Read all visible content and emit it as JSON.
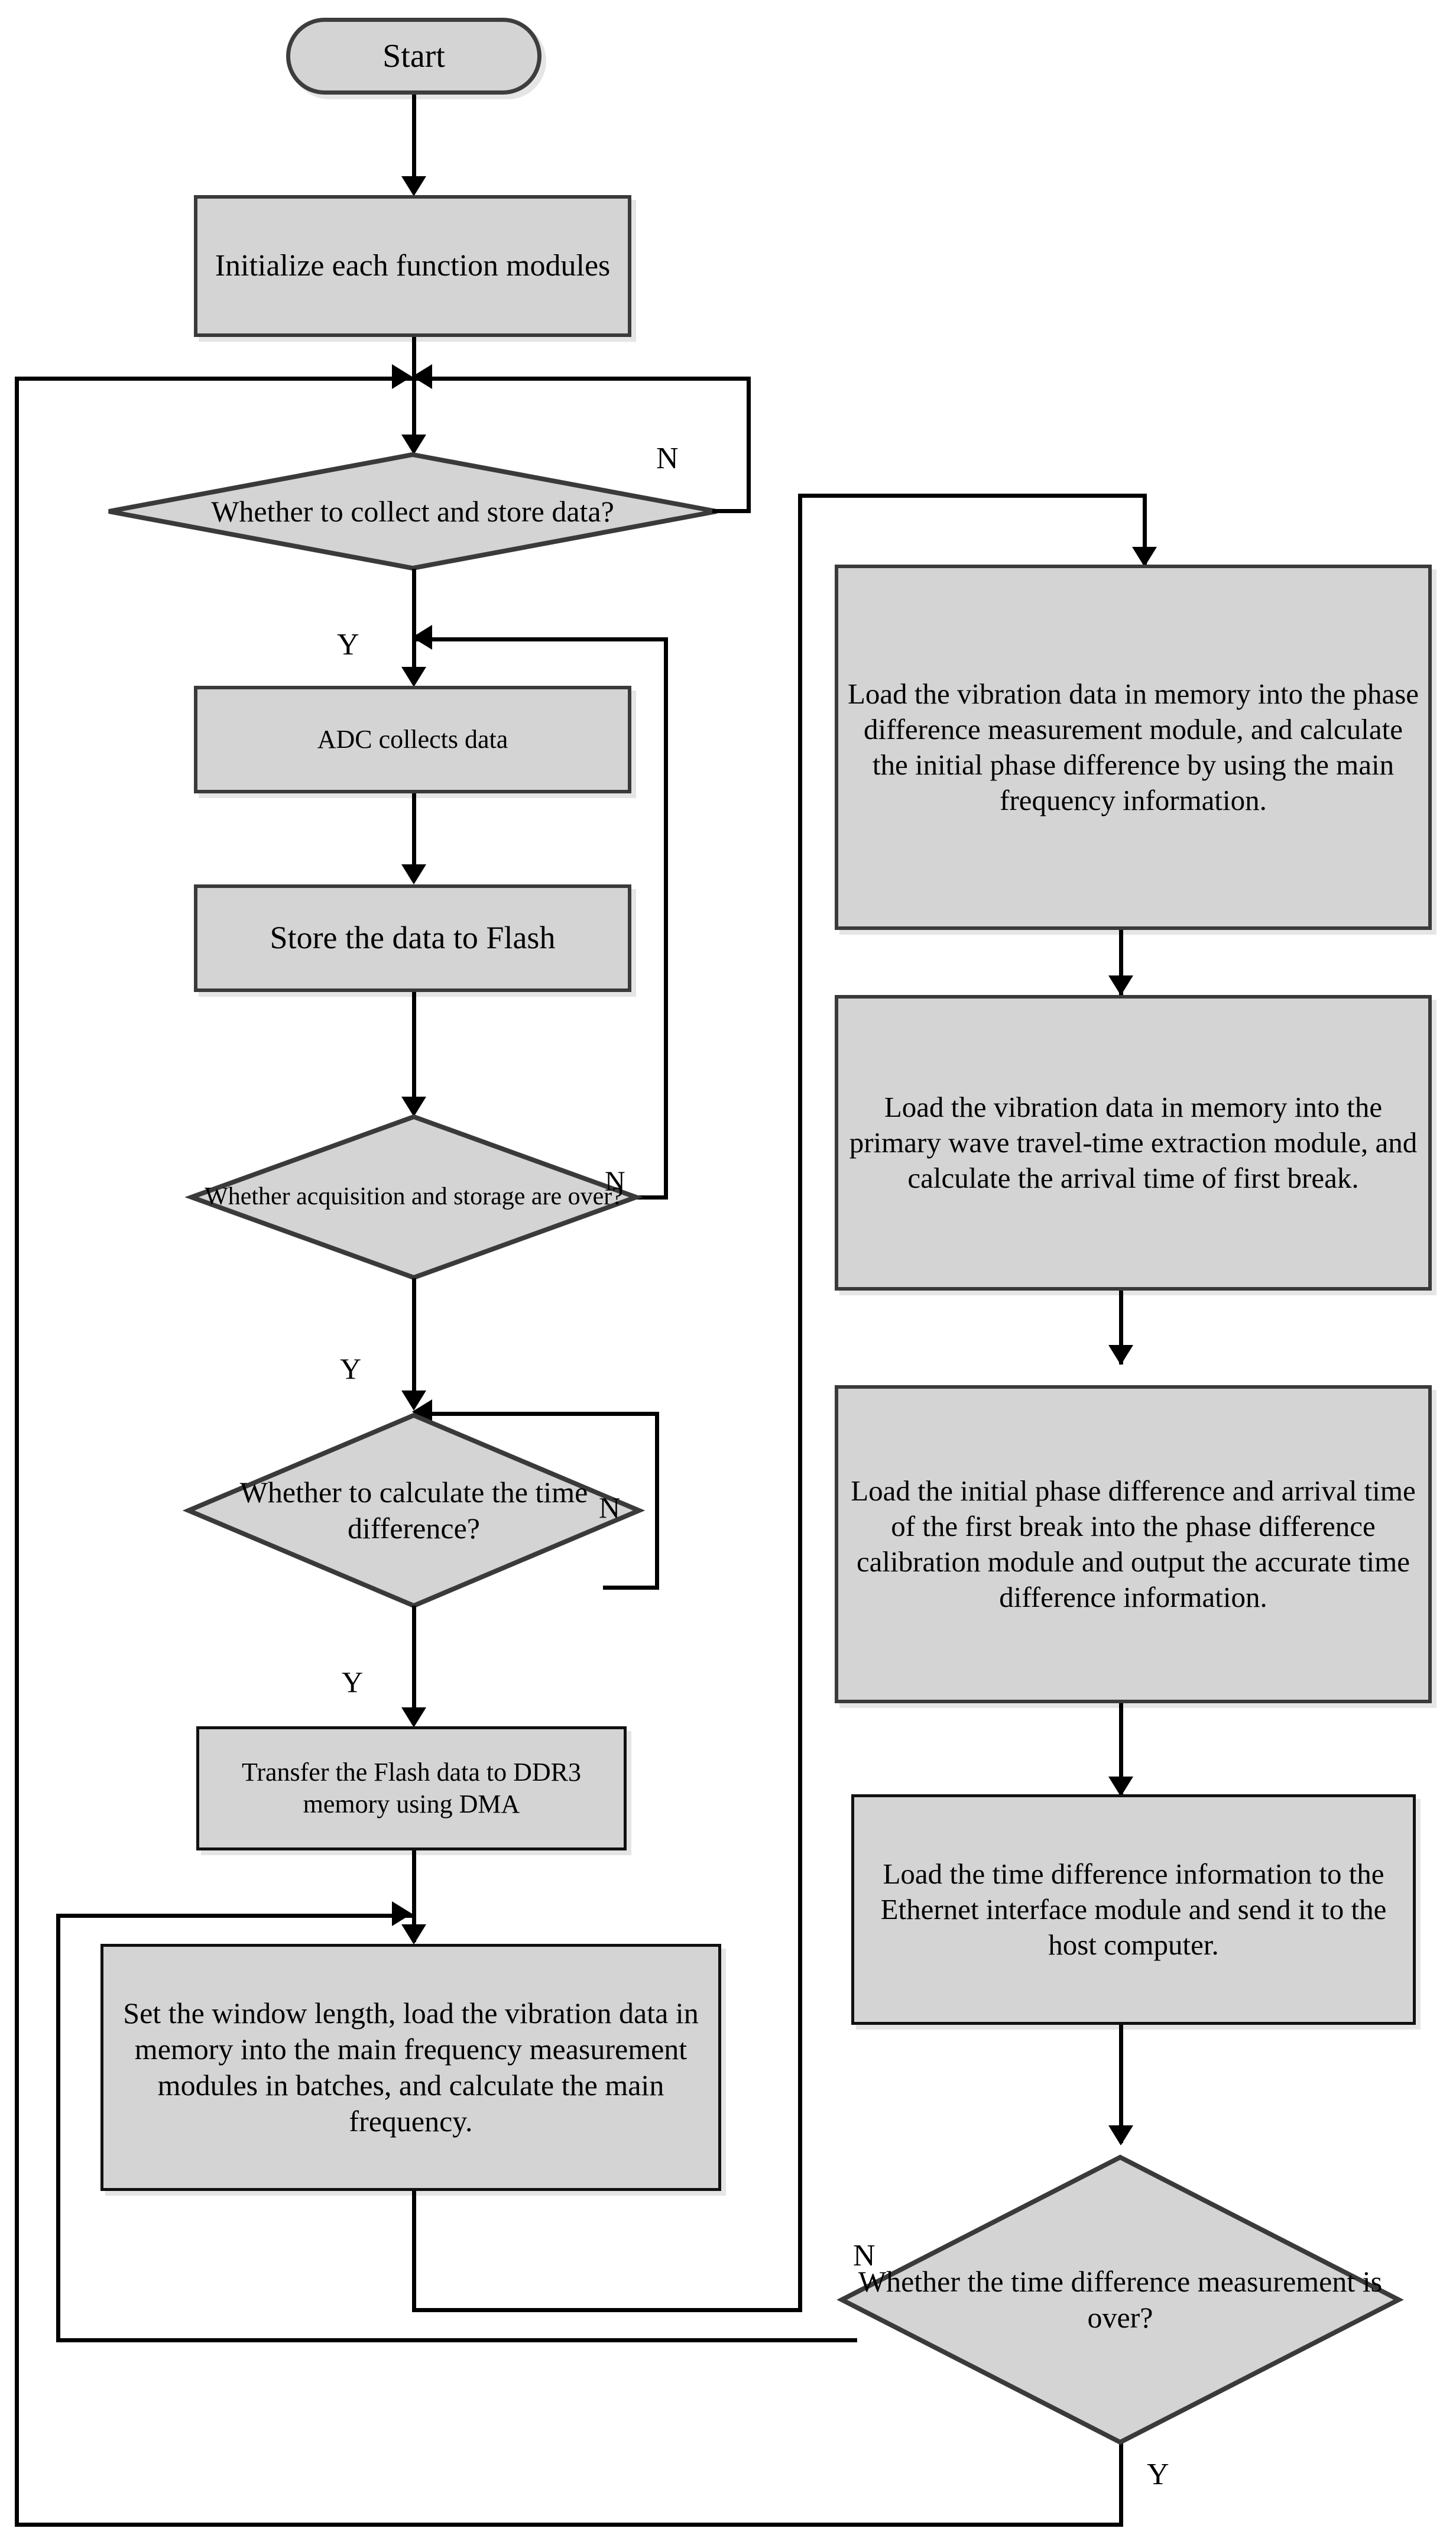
{
  "diagram": {
    "title": "Vibration data acquisition and time-difference measurement program flowchart",
    "colors": {
      "node_fill": "#d4d4d4",
      "node_border": "#3a3a3a",
      "line": "#000000",
      "background": "#ffffff"
    },
    "nodes": {
      "start": {
        "label": "Start",
        "shape": "terminator"
      },
      "init": {
        "label": "Initialize each function modules",
        "shape": "process"
      },
      "d_collect": {
        "label": "Whether to collect and store data?",
        "shape": "decision"
      },
      "adc": {
        "label": "ADC collects data",
        "shape": "process"
      },
      "store_flash": {
        "label": "Store the data to Flash",
        "shape": "process"
      },
      "d_storage_over": {
        "label": "Whether acquisition and storage are over?",
        "shape": "decision"
      },
      "d_calc_time": {
        "label": "Whether to calculate the time difference?",
        "shape": "decision"
      },
      "dma": {
        "label": "Transfer the Flash data to DDR3 memory using DMA",
        "shape": "process"
      },
      "main_freq": {
        "label": "Set the window length, load the vibration data in memory into the main frequency measurement modules in batches, and calculate the main frequency.",
        "shape": "process"
      },
      "phase_diff": {
        "label": "Load the vibration data in memory into the phase difference measurement module, and calculate the initial phase difference  by using the main frequency information.",
        "shape": "process"
      },
      "first_break": {
        "label": "Load the vibration data in memory into the primary wave travel-time extraction module, and calculate the arrival time of first break.",
        "shape": "process"
      },
      "calibration": {
        "label": "Load the initial phase difference and arrival time of the first break into the phase difference calibration module and output the accurate time difference information.",
        "shape": "process"
      },
      "ethernet": {
        "label": "Load the time difference information to the Ethernet interface module and send it to the host computer.",
        "shape": "process"
      },
      "d_meas_over": {
        "label": "Whether the time difference measurement is over?",
        "shape": "decision"
      }
    },
    "edge_labels": {
      "collect_n": "N",
      "collect_y": "Y",
      "storage_over_n": "N",
      "storage_over_y": "Y",
      "calc_time_n": "N",
      "calc_time_y": "Y",
      "meas_over_n": "N",
      "meas_over_y": "Y"
    }
  }
}
